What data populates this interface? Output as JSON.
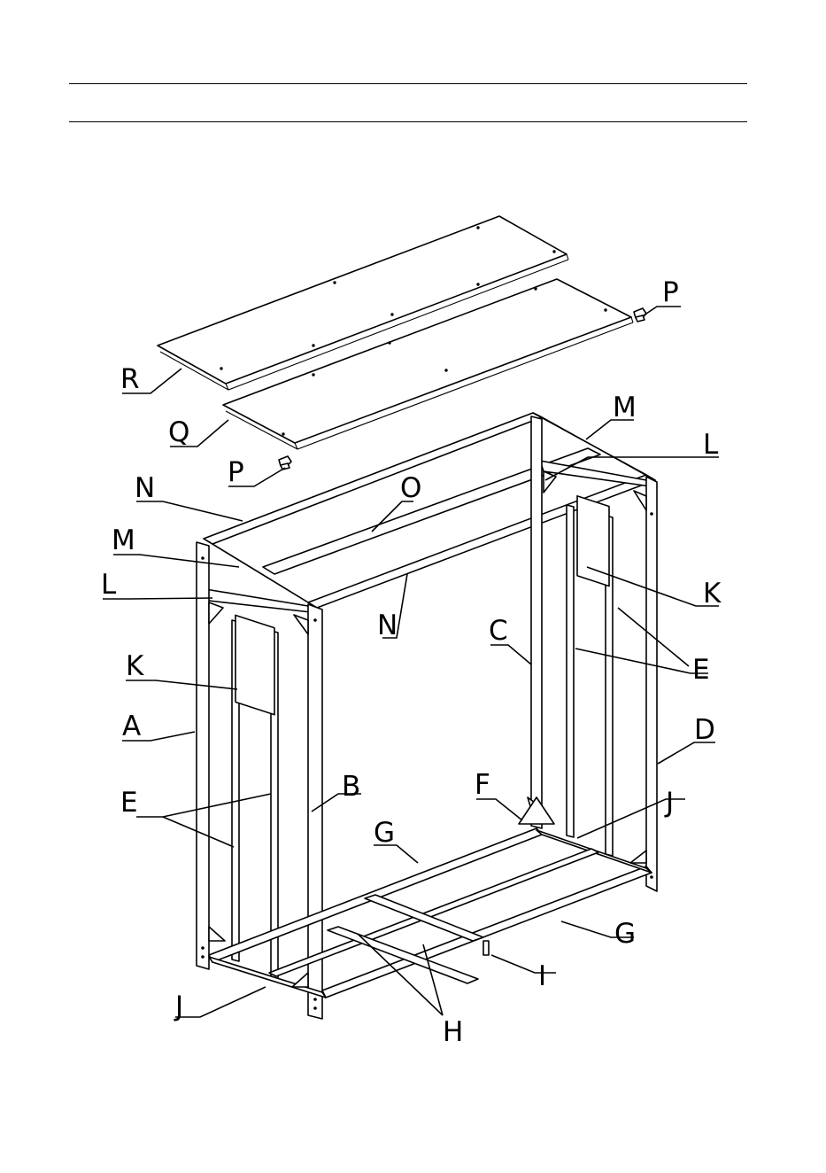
{
  "labels": {
    "R": "R",
    "Q": "Q",
    "P_top": "P",
    "P_left": "P",
    "M_top": "M",
    "M_left": "M",
    "L_right": "L",
    "L_left": "L",
    "N_top": "N",
    "N_mid": "N",
    "O": "O",
    "K_right": "K",
    "K_left": "K",
    "C": "C",
    "E_right": "E",
    "E_left": "E",
    "A": "A",
    "D": "D",
    "B": "B",
    "F": "F",
    "J_right": "J",
    "J_left": "J",
    "G_mid": "G",
    "G_right": "G",
    "I": "I",
    "H": "H"
  }
}
